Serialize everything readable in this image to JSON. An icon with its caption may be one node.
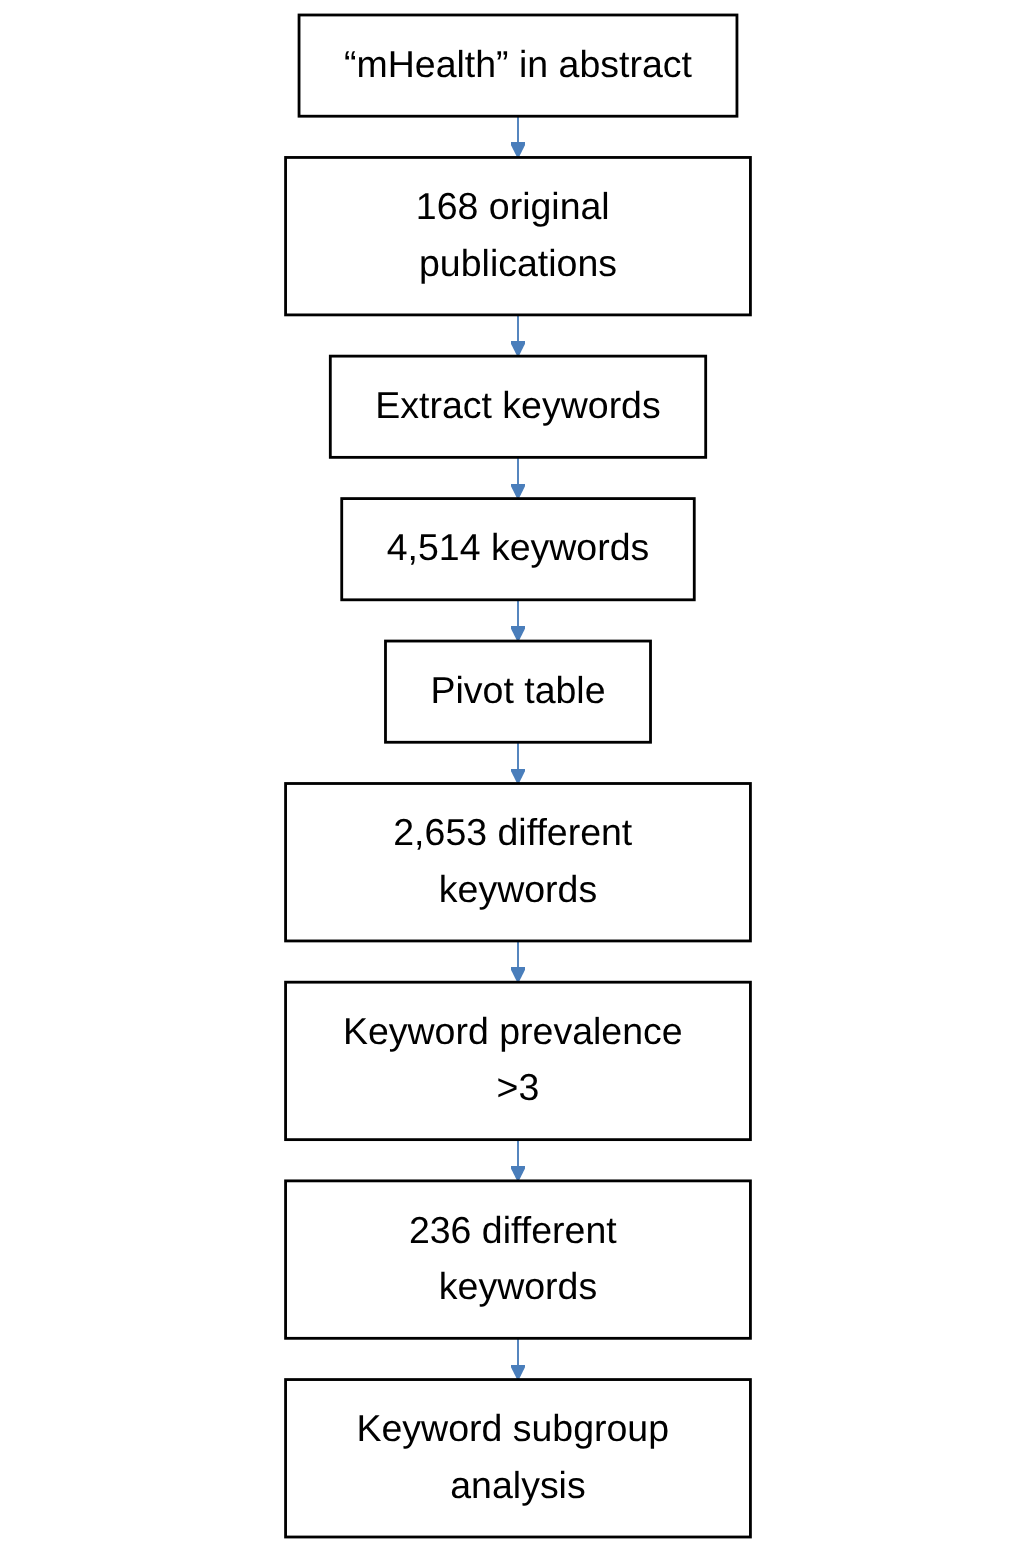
{
  "diagram": {
    "nodes": [
      {
        "text": [
          "“mHealth” in abstract"
        ]
      },
      {
        "text": [
          "168 original publications"
        ]
      },
      {
        "text": [
          "Extract keywords"
        ]
      },
      {
        "text": [
          "4,514 keywords"
        ]
      },
      {
        "text": [
          "Pivot table"
        ]
      },
      {
        "text": [
          "2,653 different keywords"
        ]
      },
      {
        "text": [
          "Keyword prevalence >3"
        ]
      },
      {
        "text": [
          "236 different keywords"
        ]
      },
      {
        "text": [
          "Keyword subgroup analysis"
        ]
      }
    ],
    "edges": [
      {
        "from": 0,
        "to": 1,
        "arrow": "to"
      },
      {
        "from": 1,
        "to": 2,
        "arrow": "to"
      },
      {
        "from": 2,
        "to": 3,
        "arrow": "to"
      },
      {
        "from": 3,
        "to": 4,
        "arrow": "to"
      },
      {
        "from": 4,
        "to": 5,
        "arrow": "to"
      },
      {
        "from": 5,
        "to": 6,
        "arrow": "to"
      },
      {
        "from": 6,
        "to": 7,
        "arrow": "to"
      },
      {
        "from": 7,
        "to": 8,
        "arrow": "to"
      }
    ]
  }
}
